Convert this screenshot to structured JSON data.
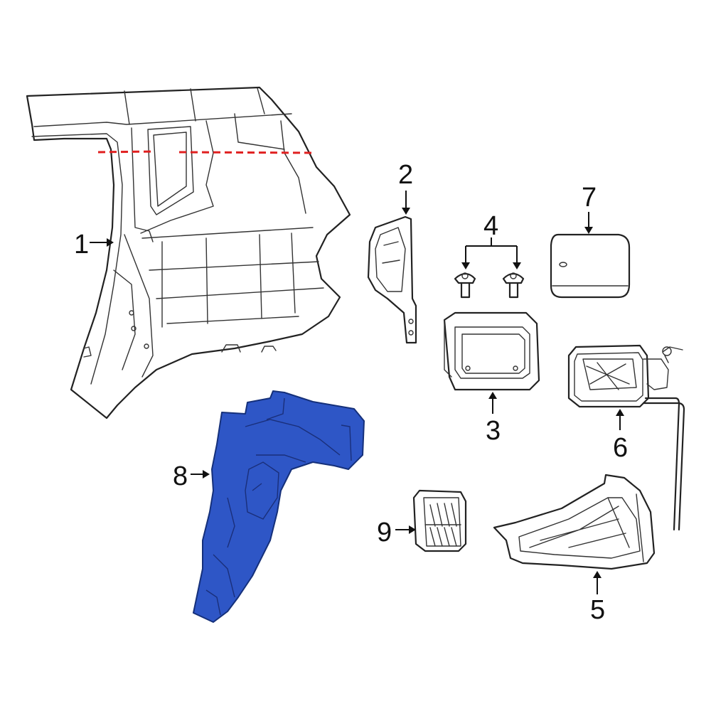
{
  "diagram": {
    "highlight_color": "#2E56C6",
    "cut_line_color": "#E02020",
    "line_color": "#222222",
    "callouts": [
      {
        "id": "1",
        "label": "1"
      },
      {
        "id": "2",
        "label": "2"
      },
      {
        "id": "3",
        "label": "3"
      },
      {
        "id": "4",
        "label": "4"
      },
      {
        "id": "5",
        "label": "5"
      },
      {
        "id": "6",
        "label": "6"
      },
      {
        "id": "7",
        "label": "7"
      },
      {
        "id": "8",
        "label": "8"
      },
      {
        "id": "9",
        "label": "9"
      }
    ]
  }
}
